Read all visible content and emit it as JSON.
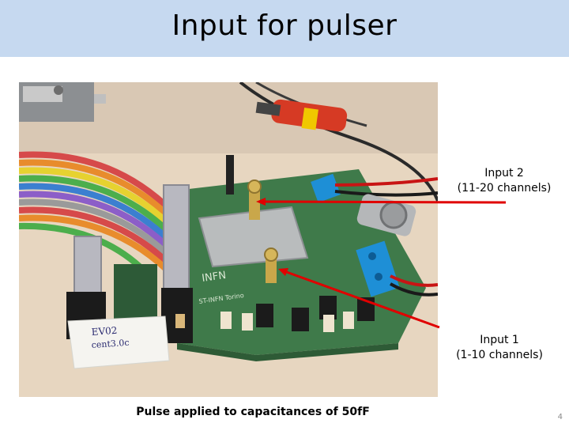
{
  "slide": {
    "title": "Input for pulser",
    "caption": "Pulse applied to capacitances of 50fF",
    "number": "4"
  },
  "annotations": [
    {
      "line1": "Input 2",
      "line2": "(11-20 channels)"
    },
    {
      "line1": "Input 1",
      "line2": "(1-10 channels)"
    }
  ],
  "board_text": {
    "inscription_1": "INFN",
    "inscription_2": "ST-INFN Torino",
    "handwritten_1": "EV02",
    "handwritten_2": "cent3.0c"
  },
  "colors": {
    "title_bar": "#c6d9f0",
    "arrow": "#e00000",
    "pcb": "#3f7a4a",
    "ribbon_gray": "#b8b8c0",
    "terminal_blue": "#1e8fd6",
    "table": "#ead9c4"
  }
}
